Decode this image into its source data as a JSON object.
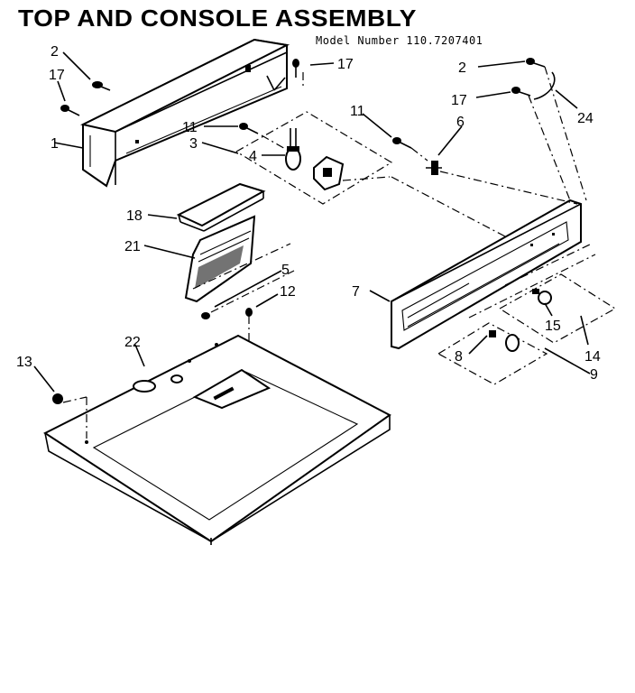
{
  "header": {
    "title": "TOP AND CONSOLE ASSEMBLY",
    "model_number": "Model Number 110.7207401"
  },
  "parts": [
    {
      "ref": "1"
    },
    {
      "ref": "2"
    },
    {
      "ref": "3"
    },
    {
      "ref": "4"
    },
    {
      "ref": "5"
    },
    {
      "ref": "6"
    },
    {
      "ref": "7"
    },
    {
      "ref": "8"
    },
    {
      "ref": "9"
    },
    {
      "ref": "11"
    },
    {
      "ref": "12"
    },
    {
      "ref": "13"
    },
    {
      "ref": "14"
    },
    {
      "ref": "15"
    },
    {
      "ref": "17"
    },
    {
      "ref": "18"
    },
    {
      "ref": "21"
    },
    {
      "ref": "22"
    },
    {
      "ref": "24"
    }
  ],
  "callouts": {
    "c1": "1",
    "c2a": "2",
    "c2b": "2",
    "c3": "3",
    "c4": "4",
    "c5": "5",
    "c6": "6",
    "c7": "7",
    "c8": "8",
    "c9": "9",
    "c11a": "11",
    "c11b": "11",
    "c12": "12",
    "c13": "13",
    "c14": "14",
    "c15": "15",
    "c17a": "17",
    "c17b": "17",
    "c17c": "17",
    "c18": "18",
    "c21": "21",
    "c22": "22",
    "c24": "24"
  }
}
